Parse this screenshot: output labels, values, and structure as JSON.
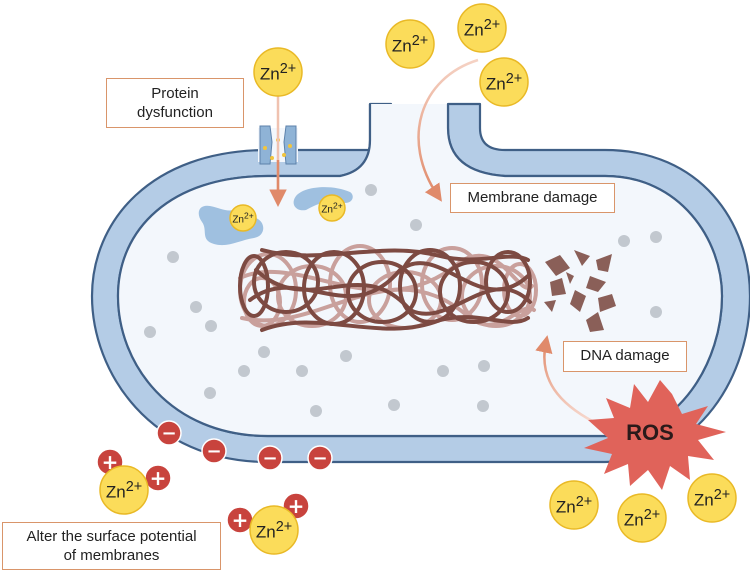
{
  "labels": {
    "protein_dysfunction": [
      "Protein",
      "dysfunction"
    ],
    "membrane_damage": "Membrane damage",
    "dna_damage": "DNA damage",
    "surface_potential": [
      "Alter the surface potential",
      "of membranes"
    ]
  },
  "ion": {
    "base": "Zn",
    "sup": "2+"
  },
  "ros": "ROS",
  "charges": {
    "positive": "+",
    "negative": "−"
  },
  "colors": {
    "membrane_fill": "#b4cce6",
    "membrane_stroke": "#3f5f86",
    "cytoplasm": "#f3f7fc",
    "zinc_fill": "#fbdc5a",
    "zinc_stroke": "#e9b926",
    "ros_fill": "#e0635a",
    "dna_dark": "#7d4a42",
    "dna_light": "#c9a09c",
    "arrow": "#e08a6a",
    "charge_red": "#c8433d",
    "box_border": "#d9956a"
  }
}
